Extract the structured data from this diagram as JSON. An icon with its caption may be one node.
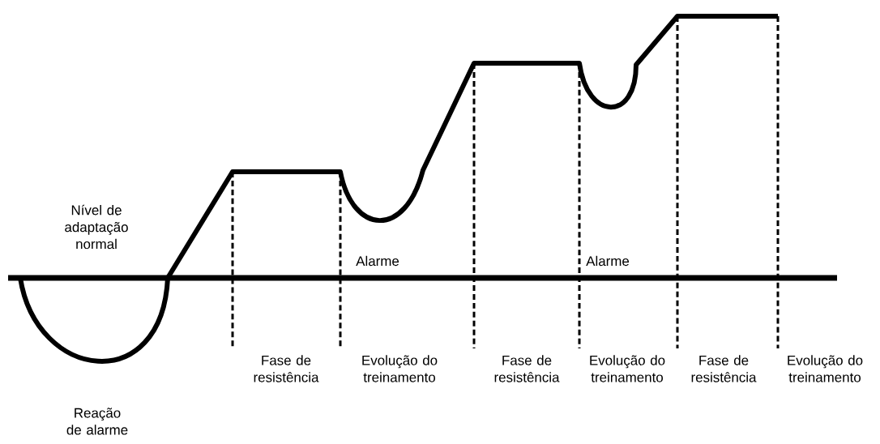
{
  "diagram": {
    "labels": [
      "Nível de adaptação normal",
      "Alarme",
      "Alarme",
      "Fase de resistência",
      "Evolução do treinamento",
      "Fase de resistência",
      "Evolução do treinamento",
      "Fase de resistência",
      "Evolução do treinamento",
      "Reação de alarme"
    ]
  }
}
